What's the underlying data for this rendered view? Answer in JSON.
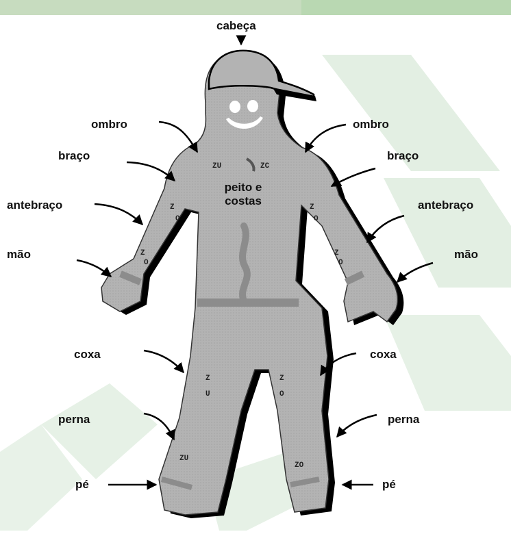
{
  "labels": {
    "head": "cabeça",
    "shoulder_left": "ombro",
    "shoulder_right": "ombro",
    "arm_left": "braço",
    "arm_right": "braço",
    "forearm_left": "antebraço",
    "forearm_right": "antebraço",
    "hand_left": "mão",
    "hand_right": "mão",
    "chest_line1": "peito e",
    "chest_line2": "costas",
    "thigh_left": "coxa",
    "thigh_right": "coxa",
    "leg_left": "perna",
    "leg_right": "perna",
    "foot_left": "pé",
    "foot_right": "pé"
  },
  "colors": {
    "body_fill": "#b3b3b3",
    "body_shadow": "#000000",
    "band": "#8c8c8c",
    "watermark": "#e3efe3",
    "top_strip": "#c7dcbf"
  },
  "icons": {
    "figure": "human-body-outline",
    "pointer": "curved-arrow"
  }
}
